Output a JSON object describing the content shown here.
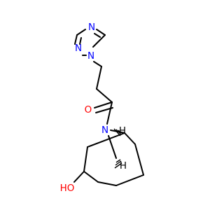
{
  "molecule": {
    "atom_labels": {
      "n_triazole_top": "N",
      "n_triazole_left": "N",
      "n_triazole_attach": "N",
      "oxygen_carbonyl": "O",
      "n_bridge": "N",
      "h_stereo_top": "H",
      "h_stereo_bottom": "H",
      "hydroxyl": "HO"
    },
    "colors": {
      "nitrogen": "#0000ff",
      "oxygen": "#ff0000",
      "carbon_bond": "#000000",
      "hydrogen": "#000000",
      "background": "#ffffff"
    }
  }
}
